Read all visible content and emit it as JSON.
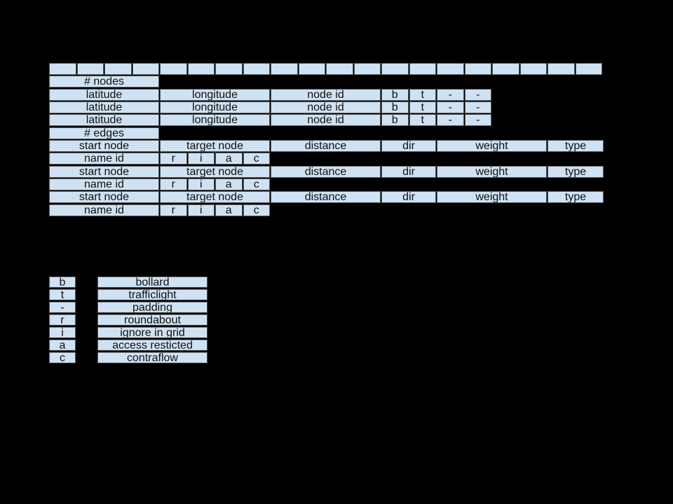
{
  "header_row": {
    "cell_count": 20
  },
  "nodes": {
    "count_label": "# nodes",
    "rows": [
      {
        "latitude": "latitude",
        "longitude": "longitude",
        "node_id": "node id",
        "flag1": "b",
        "flag2": "t",
        "pad1": "-",
        "pad2": "-"
      },
      {
        "latitude": "latitude",
        "longitude": "longitude",
        "node_id": "node id",
        "flag1": "b",
        "flag2": "t",
        "pad1": "-",
        "pad2": "-"
      },
      {
        "latitude": "latitude",
        "longitude": "longitude",
        "node_id": "node id",
        "flag1": "b",
        "flag2": "t",
        "pad1": "-",
        "pad2": "-"
      }
    ]
  },
  "edges": {
    "count_label": "# edges",
    "rows": [
      {
        "start": "start node",
        "target": "target node",
        "distance": "distance",
        "dir": "dir",
        "weight": "weight",
        "type": "type",
        "name_id": "name id",
        "r": "r",
        "i": "i",
        "a": "a",
        "c": "c"
      },
      {
        "start": "start node",
        "target": "target node",
        "distance": "distance",
        "dir": "dir",
        "weight": "weight",
        "type": "type",
        "name_id": "name id",
        "r": "r",
        "i": "i",
        "a": "a",
        "c": "c"
      },
      {
        "start": "start node",
        "target": "target node",
        "distance": "distance",
        "dir": "dir",
        "weight": "weight",
        "type": "type",
        "name_id": "name id",
        "r": "r",
        "i": "i",
        "a": "a",
        "c": "c"
      }
    ]
  },
  "legend": [
    {
      "key": "b",
      "label": "bollard"
    },
    {
      "key": "t",
      "label": "trafficlight"
    },
    {
      "key": "-",
      "label": "padding"
    },
    {
      "key": "r",
      "label": "roundabout"
    },
    {
      "key": "i",
      "label": "ignore in grid"
    },
    {
      "key": "a",
      "label": "access resticted"
    },
    {
      "key": "c",
      "label": "contraflow"
    }
  ],
  "colors": {
    "background": "#000000",
    "cell_fill": "#cfe2f3",
    "cell_border": "#5b5b5b",
    "text": "#111111"
  }
}
